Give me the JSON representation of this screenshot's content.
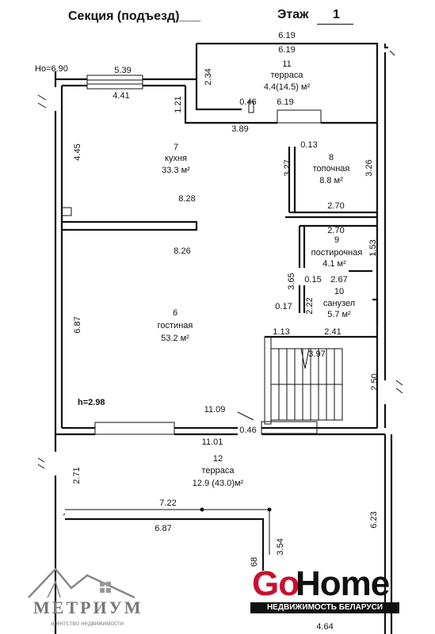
{
  "header": {
    "section_label": "Секция (подъезд)___",
    "floor_label": "Этаж",
    "floor_value": "1"
  },
  "plan": {
    "level_mark": "Hо=6.90",
    "ceiling_height": "h=2.98",
    "rooms": {
      "r11": {
        "number": "11",
        "name": "терраса",
        "area": "4.4(14.5) м²"
      },
      "r7": {
        "number": "7",
        "name": "кухня",
        "area": "33.3 м²"
      },
      "r8": {
        "number": "8",
        "name": "топочная",
        "area": "8.8 м²"
      },
      "r9": {
        "number": "9",
        "name": "постирочная",
        "area": "4.1 м²"
      },
      "r10": {
        "number": "10",
        "name": "санузел",
        "area": "5.7 м²"
      },
      "r6": {
        "number": "6",
        "name": "гостиная",
        "area": "53.2 м²"
      },
      "r12": {
        "number": "12",
        "name": "терраса",
        "area": "12.9 (43.0)м²"
      }
    },
    "dims": {
      "d619a": "6.19",
      "d619b": "6.19",
      "d539": "5.39",
      "d441": "4.41",
      "d234": "2.34",
      "d121": "1.21",
      "d046a": "0.46",
      "d619c": "6.19",
      "d389": "3.89",
      "d013": "0.13",
      "d445": "4.45",
      "d327": "3.27",
      "d326": "3.26",
      "d828": "8.28",
      "d270a": "2.70",
      "d826": "8.26",
      "d270b": "2.70",
      "d153": "1.53",
      "d365": "3.65",
      "d015": "0.15",
      "d267": "2.67",
      "d017": "0.17",
      "d222": "2.22",
      "d687a": "6.87",
      "d113": "1.13",
      "d241": "2.41",
      "d397": "3.97",
      "d250": "2.50",
      "d1109": "11.09",
      "d046b": "0.46",
      "d1101": "11.01",
      "d271": "2.71",
      "d722": "7.22",
      "d687b": "6.87",
      "d623": "6.23",
      "d354": "3.54",
      "d68": "68",
      "d464": "4.64"
    }
  },
  "logos": {
    "gohome_go": "Go",
    "gohome_home": "Home",
    "gohome_sub": "НЕДВИЖИМОСТЬ БЕЛАРУСИ",
    "metrium_name": "МЕТРИУМ",
    "metrium_sub": "агентство недвижимости",
    "gohome_red": "#c8102e"
  }
}
